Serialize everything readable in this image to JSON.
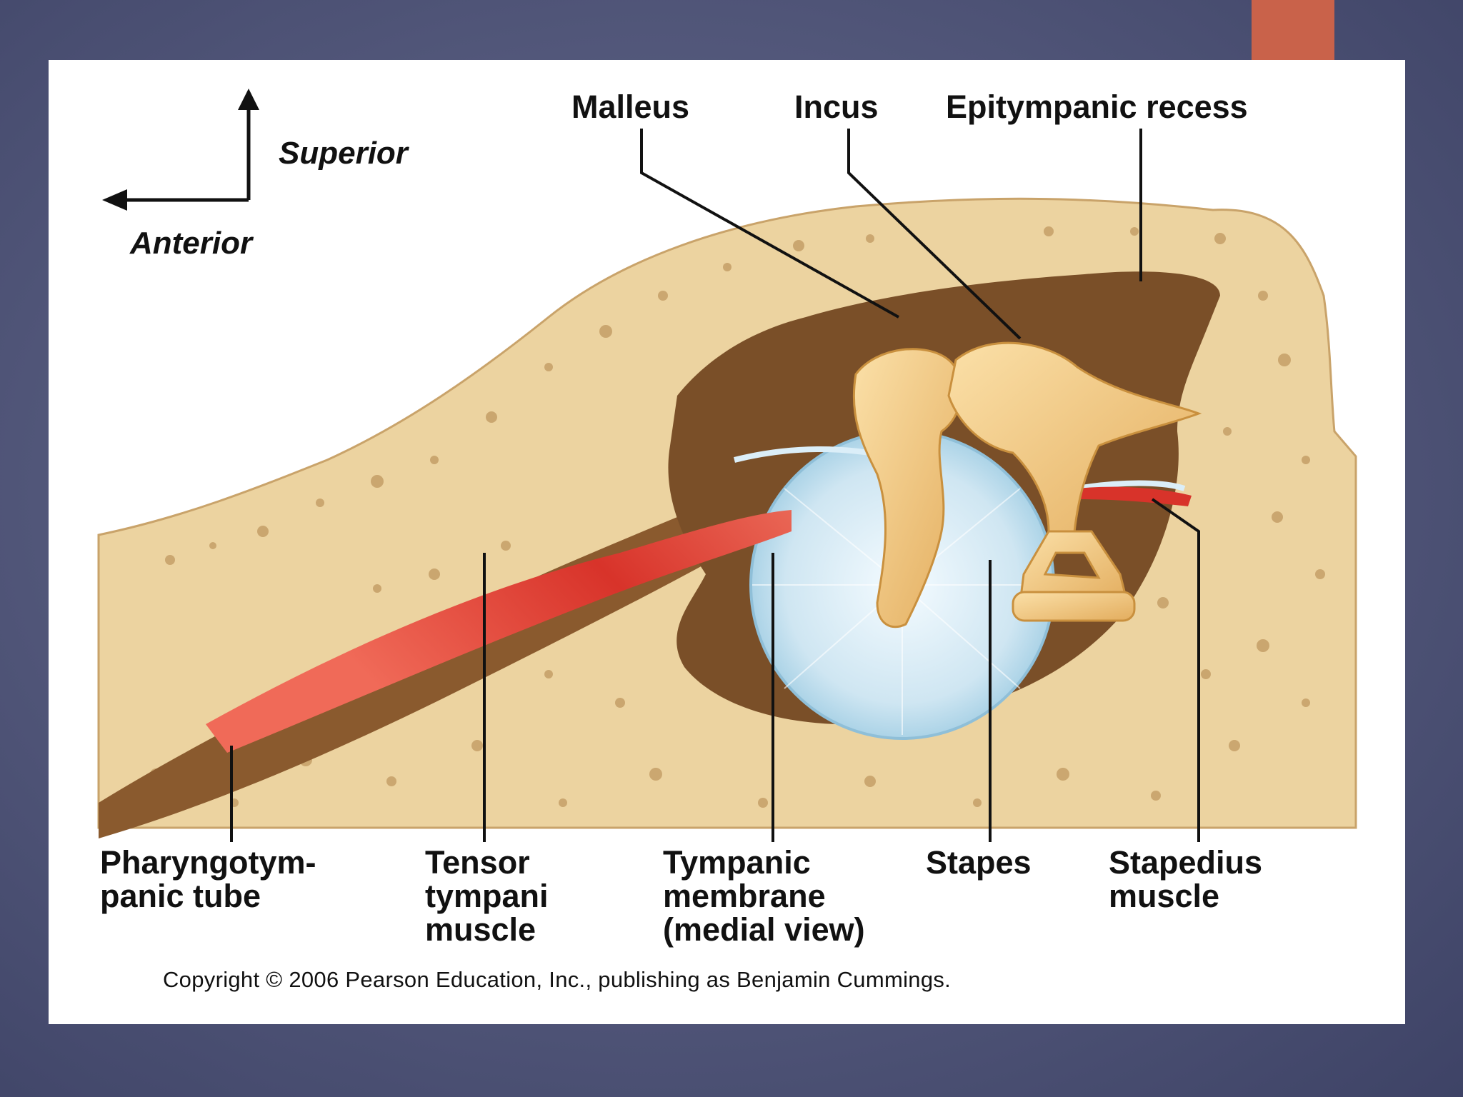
{
  "slide": {
    "accent_color": "#c9624a",
    "background_color": "#555a7d"
  },
  "figure": {
    "orientation": {
      "superior": "Superior",
      "anterior": "Anterior"
    },
    "labels": {
      "malleus": "Malleus",
      "incus": "Incus",
      "epitympanic_recess": "Epitympanic recess",
      "pharyngotympanic_tube": "Pharyngotym-\npanic tube",
      "tensor_tympani": "Tensor\ntympani\nmuscle",
      "tympanic_membrane": "Tympanic\nmembrane\n(medial view)",
      "stapes": "Stapes",
      "stapedius": "Stapedius\nmuscle"
    },
    "copyright": "Copyright © 2006 Pearson Education, Inc., publishing as Benjamin Cummings.",
    "colors": {
      "bone": "#ecd3a0",
      "cavity": "#7a4f28",
      "ossicle": "#f0c67a",
      "membrane": "#cfe6f2",
      "muscle": "#d83a30"
    }
  }
}
